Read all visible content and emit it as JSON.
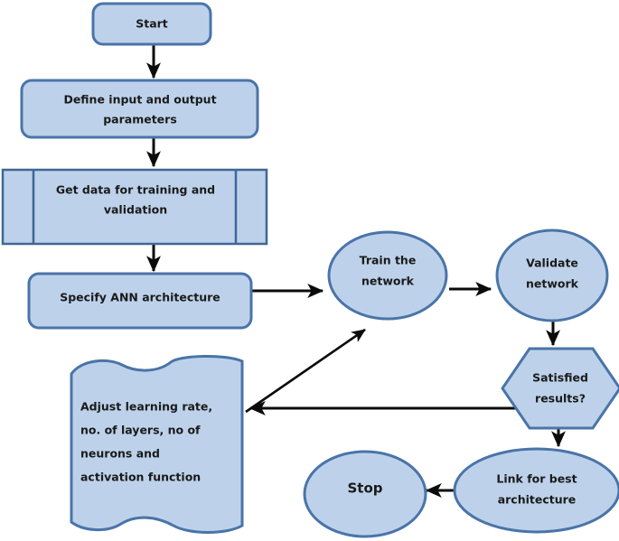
{
  "diagram": {
    "title": "ANN training workflow flowchart",
    "colors": {
      "shape_fill": "#bdd2ea",
      "shape_stroke": "#4a74a8",
      "edge_stroke": "#0b0b0b",
      "text": "#1a1a1a",
      "background": "#ffffff"
    },
    "nodes": [
      {
        "id": "start",
        "shape": "rounded-rectangle",
        "lines": [
          "Start"
        ]
      },
      {
        "id": "define-params",
        "shape": "rounded-rectangle",
        "lines": [
          "Define input and output",
          "parameters"
        ]
      },
      {
        "id": "get-data",
        "shape": "predefined-process",
        "lines": [
          "Get data for training and",
          "validation"
        ]
      },
      {
        "id": "specify-ann",
        "shape": "rounded-rectangle",
        "lines": [
          "Specify ANN architecture"
        ]
      },
      {
        "id": "train-network",
        "shape": "ellipse",
        "lines": [
          "Train the",
          "network"
        ]
      },
      {
        "id": "validate-network",
        "shape": "ellipse",
        "lines": [
          "Validate",
          "network"
        ]
      },
      {
        "id": "satisfied-results",
        "shape": "hexagon",
        "lines": [
          "Satisfied",
          "results?"
        ]
      },
      {
        "id": "adjust-params",
        "shape": "document-wave",
        "lines": [
          "Adjust learning rate,",
          "no. of layers, no of",
          "neurons and",
          "activation function"
        ]
      },
      {
        "id": "link-best-architecture",
        "shape": "ellipse",
        "lines": [
          "Link for best",
          "architecture"
        ]
      },
      {
        "id": "stop",
        "shape": "ellipse",
        "lines": [
          "Stop"
        ]
      }
    ],
    "edges": [
      {
        "id": "start-to-define",
        "from": "start",
        "to": "define-params",
        "label": ""
      },
      {
        "id": "define-to-getdata",
        "from": "define-params",
        "to": "get-data",
        "label": ""
      },
      {
        "id": "getdata-to-specify",
        "from": "get-data",
        "to": "specify-ann",
        "label": ""
      },
      {
        "id": "specify-to-train",
        "from": "specify-ann",
        "to": "train-network",
        "label": ""
      },
      {
        "id": "train-to-validate",
        "from": "train-network",
        "to": "validate-network",
        "label": ""
      },
      {
        "id": "validate-to-satisfied",
        "from": "validate-network",
        "to": "satisfied-results",
        "label": ""
      },
      {
        "id": "satisfied-to-adjust",
        "from": "satisfied-results",
        "to": "adjust-params",
        "label": ""
      },
      {
        "id": "adjust-to-train",
        "from": "adjust-params",
        "to": "train-network",
        "label": ""
      },
      {
        "id": "satisfied-to-link",
        "from": "satisfied-results",
        "to": "link-best-architecture",
        "label": ""
      },
      {
        "id": "link-to-stop",
        "from": "link-best-architecture",
        "to": "stop",
        "label": ""
      }
    ]
  }
}
